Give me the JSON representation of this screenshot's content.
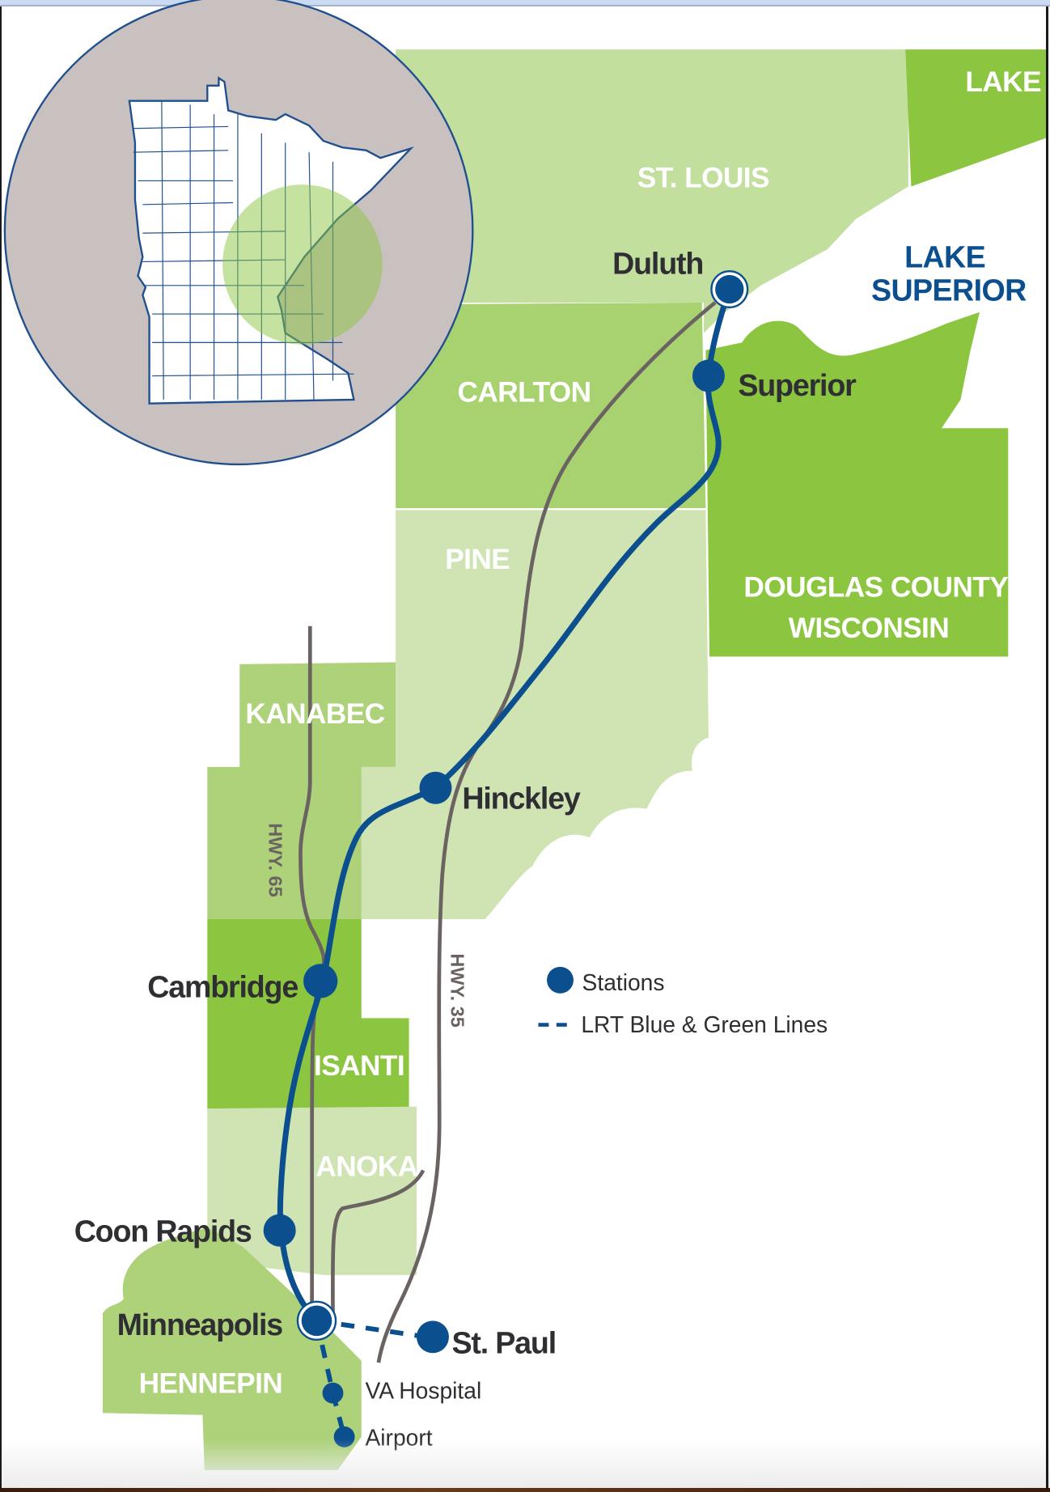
{
  "colors": {
    "st_louis": "#c3df9e",
    "carlton": "#a8d270",
    "pine": "#cfe4b2",
    "lake_county": "#8cc641",
    "douglas": "#8cc641",
    "kanabec": "#add27a",
    "isanti": "#8cc641",
    "anoka": "#cfe4b2",
    "hennepin": "#add27a",
    "rail_line": "#0c4f8f",
    "highway": "#6b6361",
    "inset_bg": "#c9c1bf",
    "inset_highlight": "#9bc85a"
  },
  "counties": {
    "lake": "LAKE",
    "st_louis": "ST. LOUIS",
    "carlton": "CARLTON",
    "pine": "PINE",
    "douglas_line1": "DOUGLAS COUNTY",
    "douglas_line2": "WISCONSIN",
    "kanabec": "KANABEC",
    "isanti": "ISANTI",
    "anoka": "ANOKA",
    "hennepin": "HENNEPIN"
  },
  "water": {
    "line1": "LAKE",
    "line2": "SUPERIOR"
  },
  "stations": [
    {
      "name": "Duluth",
      "type": "terminal"
    },
    {
      "name": "Superior",
      "type": "station"
    },
    {
      "name": "Hinckley",
      "type": "station"
    },
    {
      "name": "Cambridge",
      "type": "station"
    },
    {
      "name": "Coon Rapids",
      "type": "station"
    },
    {
      "name": "Minneapolis",
      "type": "terminal"
    },
    {
      "name": "St. Paul",
      "type": "lrt-station"
    },
    {
      "name": "VA Hospital",
      "type": "lrt-station"
    },
    {
      "name": "Airport",
      "type": "lrt-station"
    }
  ],
  "highways": {
    "hwy65": "HWY. 65",
    "hwy35": "HWY. 35"
  },
  "legend": {
    "stations_label": "Stations",
    "lrt_label": "LRT Blue & Green Lines"
  },
  "inset": {
    "description": "Minnesota state county outline with highlighted corridor region"
  }
}
